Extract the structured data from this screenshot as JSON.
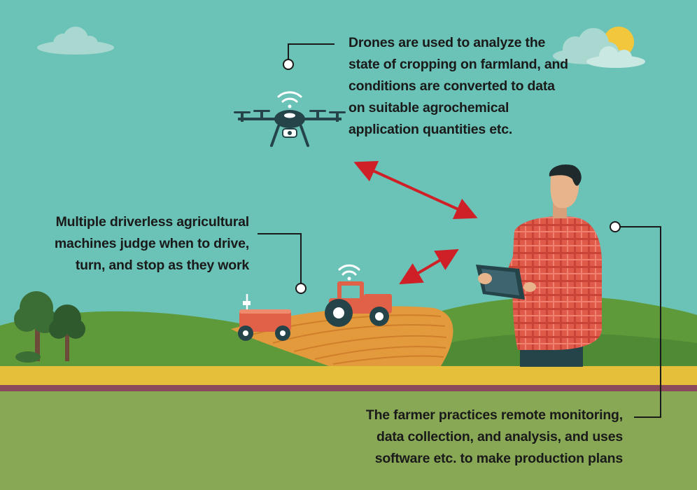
{
  "callouts": {
    "drone": {
      "lines": [
        "Drones are used to analyze the",
        "state of cropping on farmland, and",
        "conditions are converted to data",
        "on suitable agrochemical",
        "application quantities etc."
      ]
    },
    "machines": {
      "lines": [
        "Multiple driverless agricultural",
        "machines judge when to drive,",
        "turn, and stop as they work"
      ]
    },
    "farmer": {
      "lines": [
        "The farmer practices remote monitoring,",
        "data collection, and analysis, and uses",
        "software etc. to make production plans"
      ]
    }
  },
  "colors": {
    "sky": "#6bc2b6",
    "hills": "#5f9a3a",
    "ground": "#88a856",
    "road_yellow": "#e5bf3a",
    "road_stripe": "#8b4a5a",
    "field": "#e39a3d",
    "arrow": "#cf2027",
    "vehicle_red": "#e06048",
    "shirt": "#e05a4a",
    "skin": "#e8b48c",
    "dark": "#24444a"
  },
  "icons": [
    "cloud-icon",
    "sun-icon",
    "wifi-signal-icon",
    "drone-icon",
    "tractor-icon",
    "robot-vehicle-icon",
    "tree-icon",
    "farmer-figure",
    "tablet-icon"
  ]
}
